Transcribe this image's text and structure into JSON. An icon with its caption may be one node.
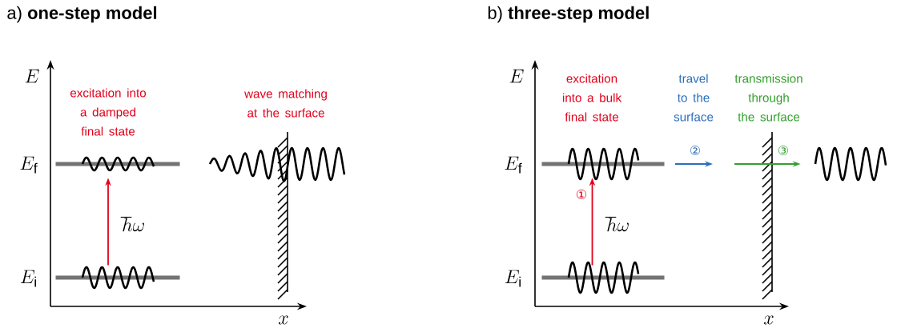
{
  "diagram": {
    "nodes": [
      {
        "text": [],
        "shape": "bar",
        "beside": [
          "E_\\mathrm{f}"
        ]
      },
      {
        "text": [],
        "shape": "bar",
        "beside": [
          "E_\\mathrm{i}"
        ]
      },
      {
        "text": [],
        "shape": "bar",
        "beside": [
          "E_\\mathrm{f}"
        ]
      },
      {
        "text": [],
        "shape": "bar",
        "beside": [
          "E_\\mathrm{i}"
        ]
      },
      {
        "text": [],
        "shape": "picture"
      }
    ],
    "edges": [
      {
        "from": 1,
        "to": 0,
        "arrow": "to",
        "label": "\\hbar\\omega",
        "color": "#e2001a"
      },
      {
        "from": 3,
        "to": 2,
        "arrow": "to",
        "label": "\\hbar\\omega",
        "color": "#e2001a"
      },
      {
        "from": 2,
        "to": null,
        "arrow": "to",
        "label": "②",
        "color": "#2a6ebb"
      },
      {
        "from": null,
        "to": 4,
        "arrow": "to",
        "label": "③",
        "color": "#33a02c"
      }
    ],
    "labels": [
      "a) **one-step model**",
      "b) **three-step model**",
      "E",
      "x",
      "excitation into a damped final state",
      "wave matching at the surface",
      "E",
      "x",
      "excitation into a bulk final state",
      "①",
      "travel to the surface",
      "transmission through the surface"
    ]
  }
}
